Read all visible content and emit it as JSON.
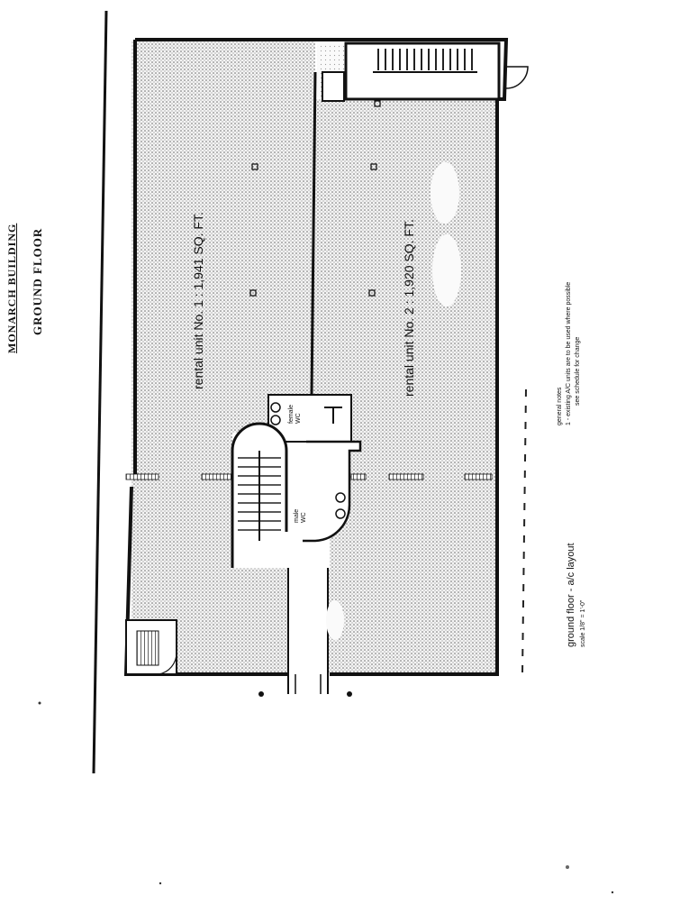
{
  "header": {
    "building": "MONARCH BUILDING",
    "floor": "GROUND FLOOR"
  },
  "units": [
    {
      "label": "rental unit No. 1 :  1,941 SQ. FT."
    },
    {
      "label": "rental unit No. 2 :  1,920 SQ. FT."
    }
  ],
  "rooms": {
    "female_wc": "female WC",
    "male_wc": "male WC"
  },
  "notes": {
    "title": "general notes",
    "line1": "1 - existing A/C units are to be used where possible",
    "line2": "see schedule for change"
  },
  "legend": {
    "title": "ground floor - a/c layout",
    "scale": "scale 1/8\" = 1'-0\""
  }
}
